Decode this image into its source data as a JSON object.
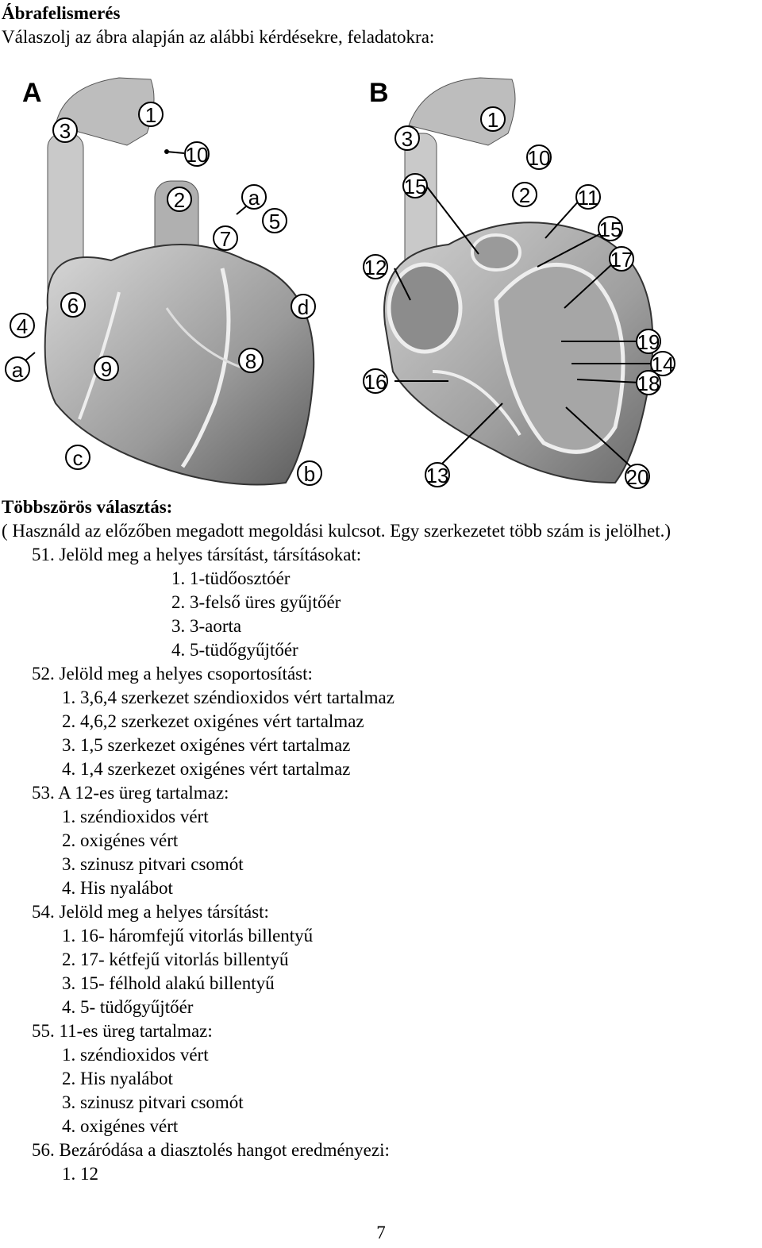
{
  "header": {
    "title": "Ábrafelismerés",
    "instruction": "Válaszolj az ábra alapján az alábbi kérdésekre, feladatokra:"
  },
  "figure_a": {
    "panel_letter": "A",
    "labels": [
      "1",
      "3",
      "10",
      "2",
      "a",
      "5",
      "7",
      "6",
      "d",
      "4",
      "a",
      "9",
      "8",
      "c",
      "b"
    ]
  },
  "figure_b": {
    "panel_letter": "B",
    "labels": [
      "1",
      "3",
      "10",
      "15",
      "2",
      "11",
      "15",
      "17",
      "12",
      "19",
      "14",
      "18",
      "16",
      "13",
      "20"
    ]
  },
  "section": {
    "title": "Többszörös választás:",
    "note": "( Használd az előzőben megadott megoldási kulcsot. Egy szerkezetet több szám is jelölhet.)"
  },
  "questions": [
    {
      "q": "51. Jelöld meg a helyes társítást, társításokat:",
      "options": [
        "1. 1-tüdőosztóér",
        "2. 3-felső üres gyűjtőér",
        "3. 3-aorta",
        "4. 5-tüdőgyűjtőér"
      ]
    },
    {
      "q": "52. Jelöld meg a helyes csoportosítást:",
      "options": [
        "1.  3,6,4 szerkezet széndioxidos vért tartalmaz",
        "2.  4,6,2 szerkezet oxigénes vért tartalmaz",
        "3.  1,5 szerkezet oxigénes vért tartalmaz",
        "4.  1,4 szerkezet oxigénes vért tartalmaz"
      ]
    },
    {
      "q": "53. A 12-es üreg tartalmaz:",
      "options": [
        "1.  széndioxidos vért",
        "2.  oxigénes vért",
        "3.  szinusz pitvari csomót",
        "4.  His nyalábot"
      ]
    },
    {
      "q": "54. Jelöld meg a helyes társítást:",
      "options": [
        "1.  16- háromfejű vitorlás billentyű",
        "2.  17- kétfejű vitorlás billentyű",
        "3.  15- félhold alakú billentyű",
        "4.  5- tüdőgyűjtőér"
      ]
    },
    {
      "q": "55. 11-es  üreg tartalmaz:",
      "options": [
        "1.  széndioxidos vért",
        "2.  His nyalábot",
        "3.  szinusz pitvari csomót",
        "4.  oxigénes vért"
      ]
    },
    {
      "q": "56. Bezáródása a diasztolés hangot eredményezi:",
      "options": [
        "1.  12"
      ]
    }
  ],
  "page_number": "7"
}
